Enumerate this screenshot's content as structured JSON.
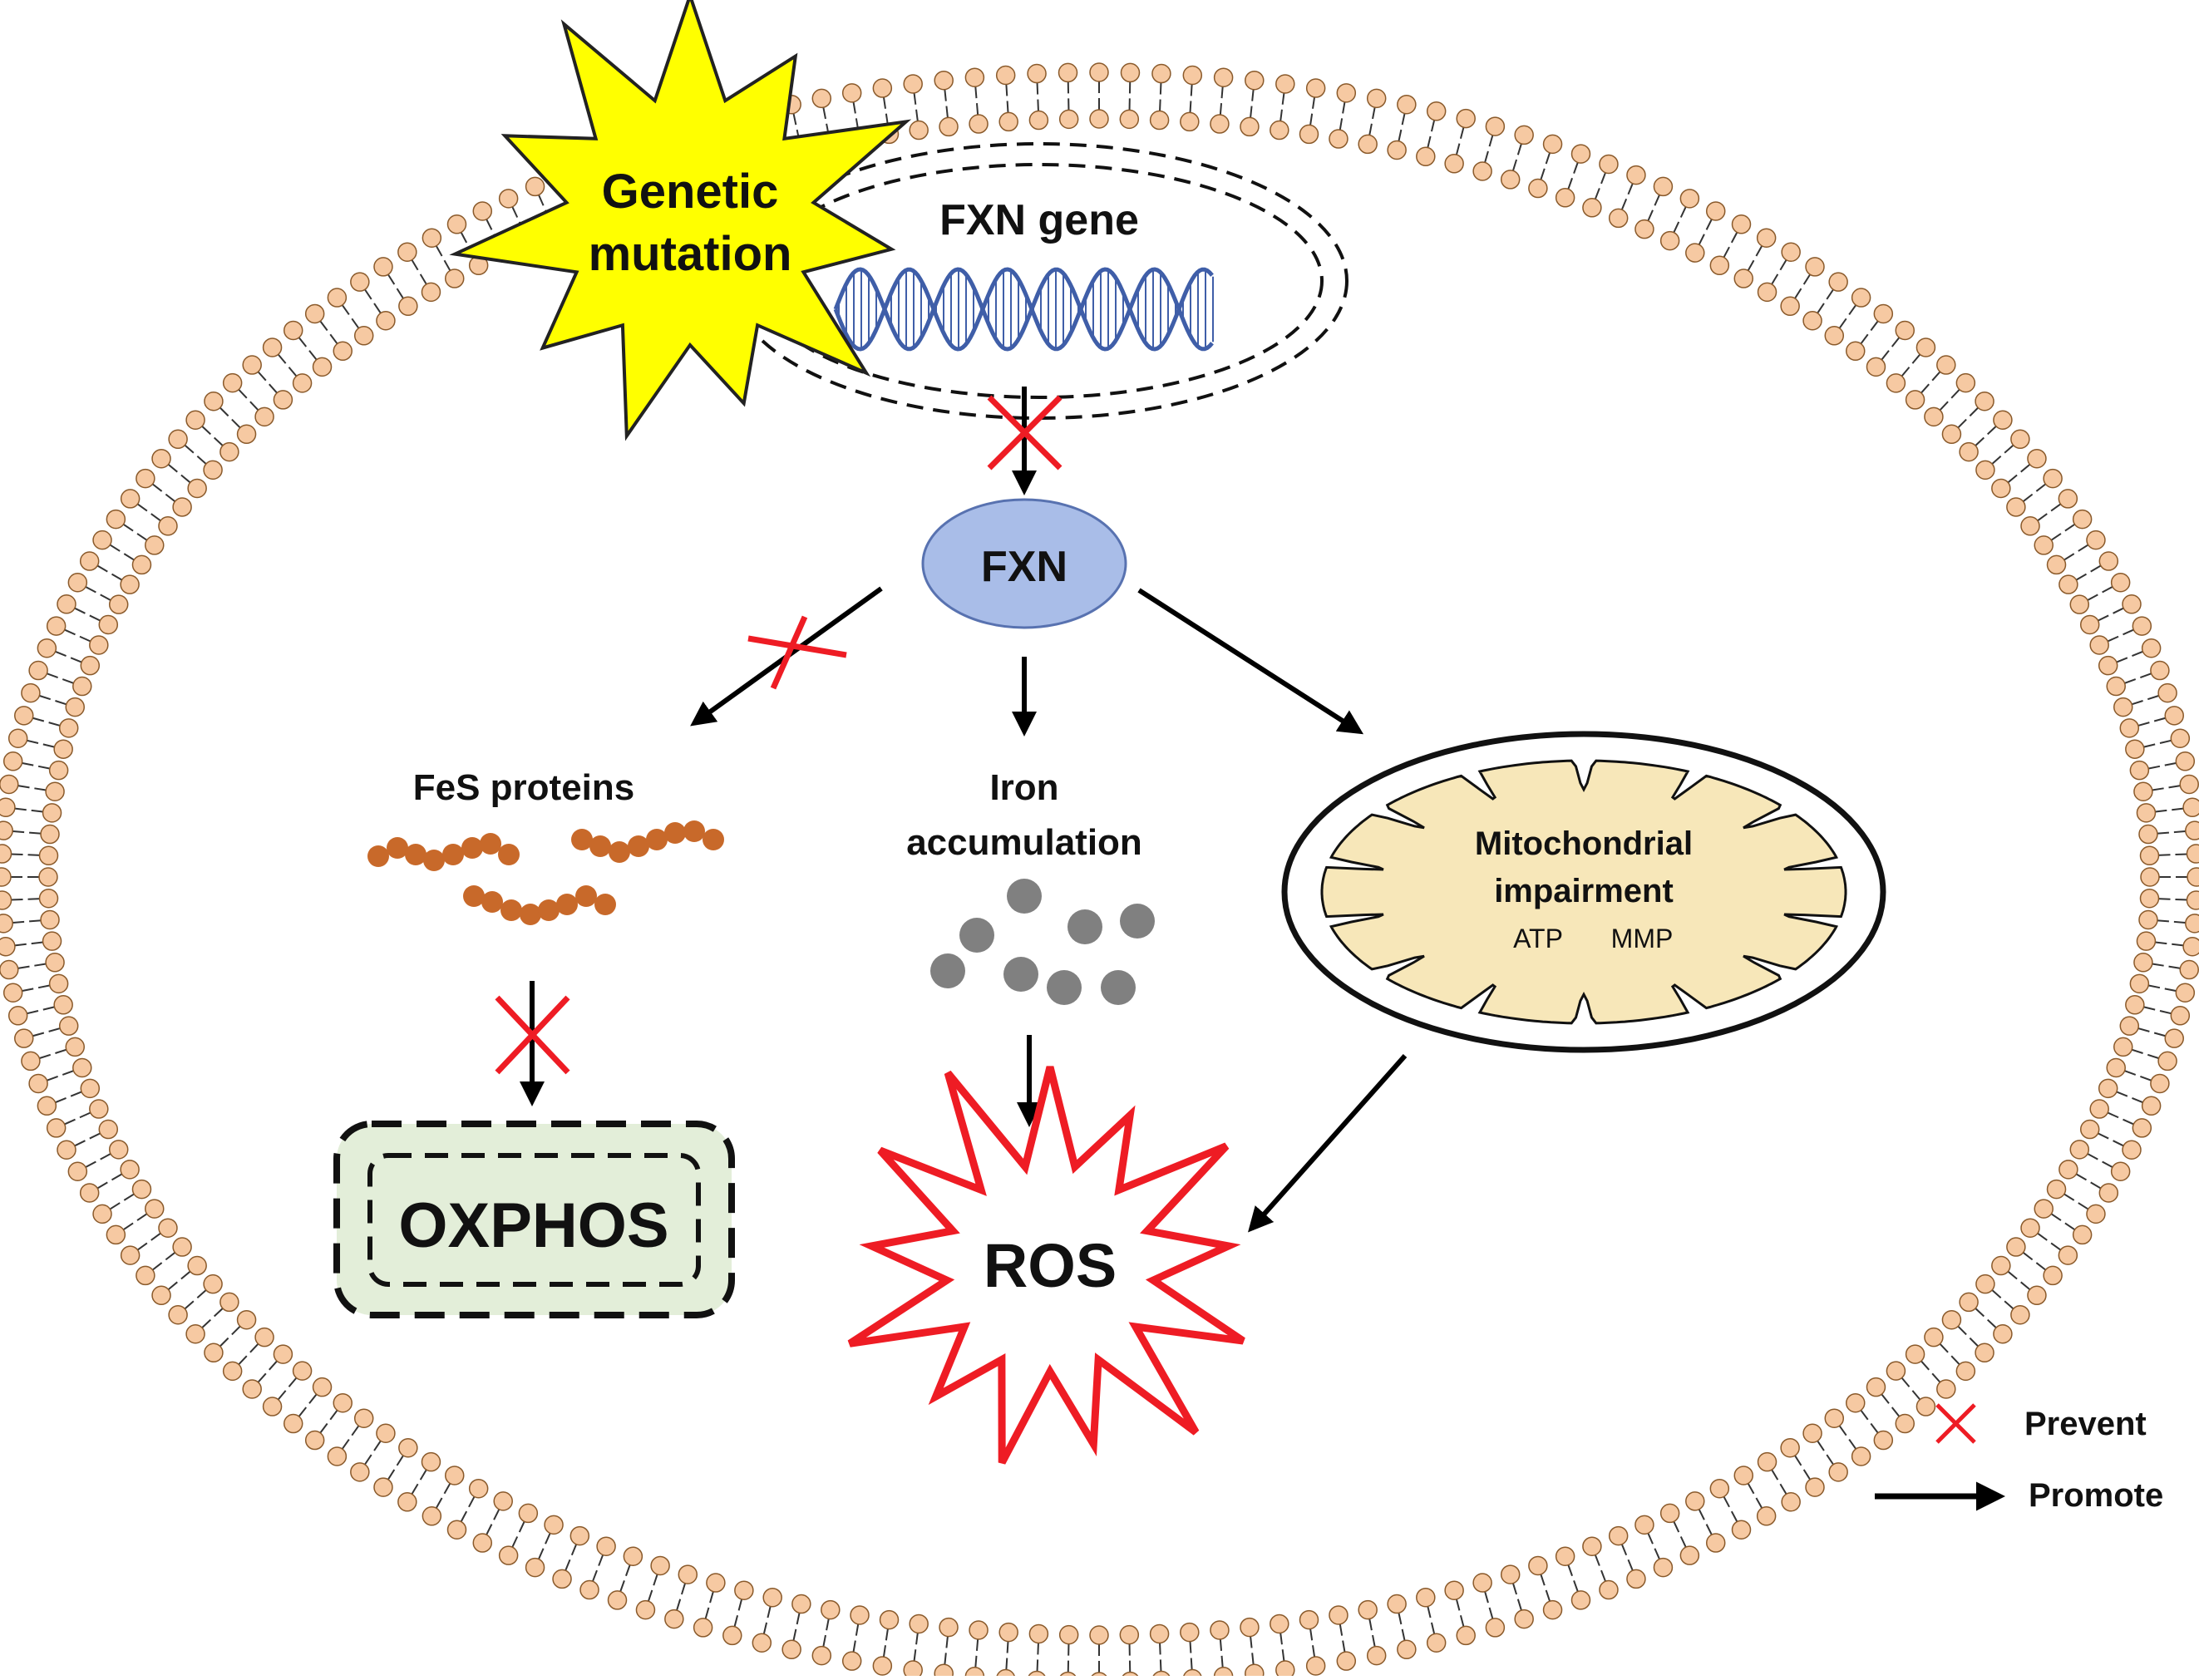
{
  "labels": {
    "genetic_mutation_line1": "Genetic",
    "genetic_mutation_line2": "mutation",
    "fxn_gene": "FXN gene",
    "fxn": "FXN",
    "fes_proteins": "FeS proteins",
    "iron_line1": "Iron",
    "iron_line2": "accumulation",
    "mito_line1": "Mitochondrial",
    "mito_line2": "impairment",
    "atp": "ATP",
    "mmp": "MMP",
    "oxphos": "OXPHOS",
    "ros": "ROS"
  },
  "legend": {
    "prevent": "Prevent",
    "promote": "Promote"
  },
  "colors": {
    "membrane_bead": "#f6c9a2",
    "membrane_bead_stroke": "#8a5a2b",
    "mutation_star": "#ffff00",
    "dna_strand": "#3f5ea8",
    "fxn_fill": "#a9bde8",
    "fes_bead": "#c8692a",
    "iron_bead": "#808080",
    "mito_fill": "#f7e7b9",
    "oxphos_fill": "#e3eed9",
    "prevent_x": "#ee1c24",
    "arrow": "#000000"
  }
}
